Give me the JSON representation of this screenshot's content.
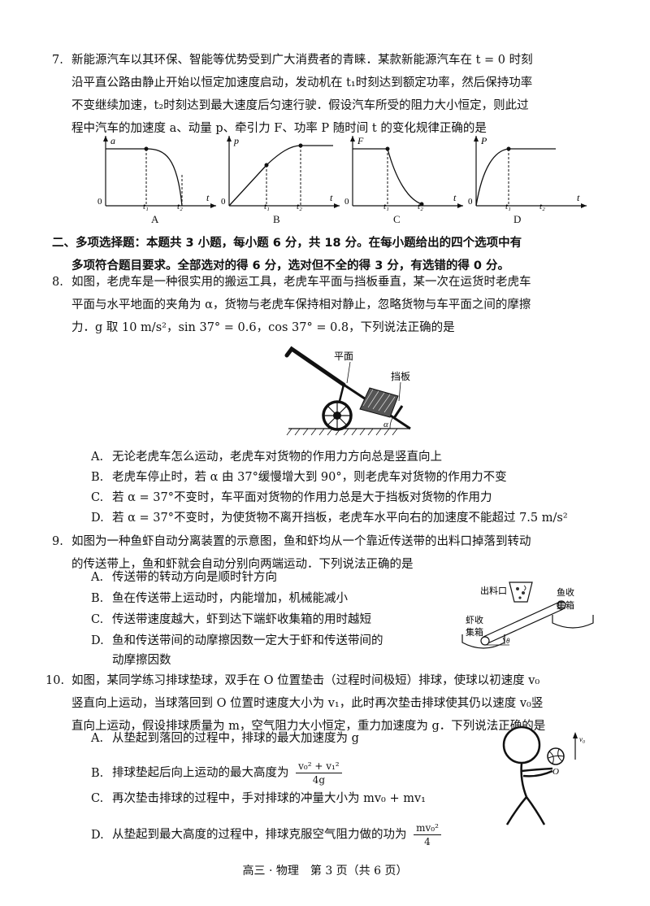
{
  "q7": {
    "num": "7.",
    "lines": [
      "新能源汽车以其环保、智能等优势受到广大消费者的青睐．某款新能源汽车在 t = 0 时刻",
      "沿平直公路由静止开始以恒定加速度启动，发动机在 t₁时刻达到额定功率，然后保持功率",
      "不变继续加速，t₂时刻达到最大速度后匀速行驶．假设汽车所受的阻力大小恒定，则此过",
      "程中汽车的加速度 a、动量 p、牵引力 F、功率 P 随时间 t 的变化规律正确的是"
    ],
    "graphs": [
      {
        "letter": "A",
        "axis": "a",
        "origin": "0",
        "t1": "t₁",
        "t2": "t₂",
        "t": "t"
      },
      {
        "letter": "B",
        "axis": "p",
        "origin": "0",
        "t1": "t₁",
        "t2": "t₂",
        "t": "t"
      },
      {
        "letter": "C",
        "axis": "F",
        "origin": "0",
        "t1": "t₁",
        "t2": "t₂",
        "t": "t"
      },
      {
        "letter": "D",
        "axis": "P",
        "origin": "0",
        "t1": "t₁",
        "t2": "t₂",
        "t": "t"
      }
    ]
  },
  "section2": {
    "line1": "二、多项选择题：本题共 3 小题，每小题 6 分，共 18 分。在每小题给出的四个选项中有",
    "line2": "多项符合题目要求。全部选对的得 6 分，选对但不全的得 3 分，有选错的得 0 分。"
  },
  "q8": {
    "num": "8.",
    "lines": [
      "如图，老虎车是一种很实用的搬运工具，老虎车平面与挡板垂直，某一次在运货时老虎车",
      "平面与水平地面的夹角为 α，货物与老虎车保持相对静止，忽略货物与车平面之间的摩擦",
      "力．g 取 10 m/s²，sin 37° = 0.6，cos 37° = 0.8，下列说法正确的是"
    ],
    "fig_labels": {
      "plane": "平面",
      "board": "挡板",
      "angle": "α"
    },
    "options": [
      {
        "label": "A.",
        "text": "无论老虎车怎么运动，老虎车对货物的作用力方向总是竖直向上"
      },
      {
        "label": "B.",
        "text": "老虎车停止时，若 α 由 37°缓慢增大到 90°，则老虎车对货物的作用力不变"
      },
      {
        "label": "C.",
        "text": "若 α = 37°不变时，车平面对货物的作用力总是大于挡板对货物的作用力"
      },
      {
        "label": "D.",
        "text": "若 α = 37°不变时，为使货物不离开挡板，老虎车水平向右的加速度不能超过 7.5 m/s²"
      }
    ]
  },
  "q9": {
    "num": "9.",
    "lines": [
      "如图为一种鱼虾自动分离装置的示意图，鱼和虾均从一个靠近传送带的出料口掉落到转动",
      "的传送带上，鱼和虾就会自动分别向两端运动．下列说法正确的是"
    ],
    "options": [
      {
        "label": "A.",
        "text": "传送带的转动方向是顺时针方向"
      },
      {
        "label": "B.",
        "text": "鱼在传送带上运动时，内能增加，机械能减小"
      },
      {
        "label": "C.",
        "text": "传送带速度越大，虾到达下端虾收集箱的用时越短"
      },
      {
        "label": "D.",
        "text": "鱼和传送带间的动摩擦因数一定大于虾和传送带间的"
      }
    ],
    "option_d_cont": "动摩擦因数",
    "fig_labels": {
      "outlet": "出料口",
      "fish1": "鱼收",
      "fish2": "集箱",
      "shrimp1": "虾收",
      "shrimp2": "集箱",
      "angle": "θ"
    }
  },
  "q10": {
    "num": "10.",
    "lines": [
      "如图，某同学练习排球垫球，双手在 O 位置垫击（过程时间极短）排球，使球以初速度 v₀",
      "竖直向上运动，当球落回到 O 位置时速度大小为 v₁，此时再次垫击排球使其仍以速度 v₀竖",
      "直向上运动，假设排球质量为 m，空气阻力大小恒定，重力加速度为 g．下列说法正确的是"
    ],
    "option_a": {
      "label": "A.",
      "text": "从垫起到落回的过程中，排球的最大加速度为 g"
    },
    "option_b": {
      "label": "B.",
      "text": "排球垫起后向上运动的最大高度为",
      "num": "v₀² + v₁²",
      "den": "4g"
    },
    "option_c": {
      "label": "C.",
      "text": "再次垫击排球的过程中，手对排球的冲量大小为 mv₀ + mv₁"
    },
    "option_d": {
      "label": "D.",
      "text": "从垫起到最大高度的过程中，排球克服空气阻力做的功为",
      "num": "mv₀²",
      "den": "4"
    },
    "fig_labels": {
      "v0": "v₀",
      "O": "O"
    }
  },
  "footer": "高三 · 物理　第 3 页（共 6 页）"
}
